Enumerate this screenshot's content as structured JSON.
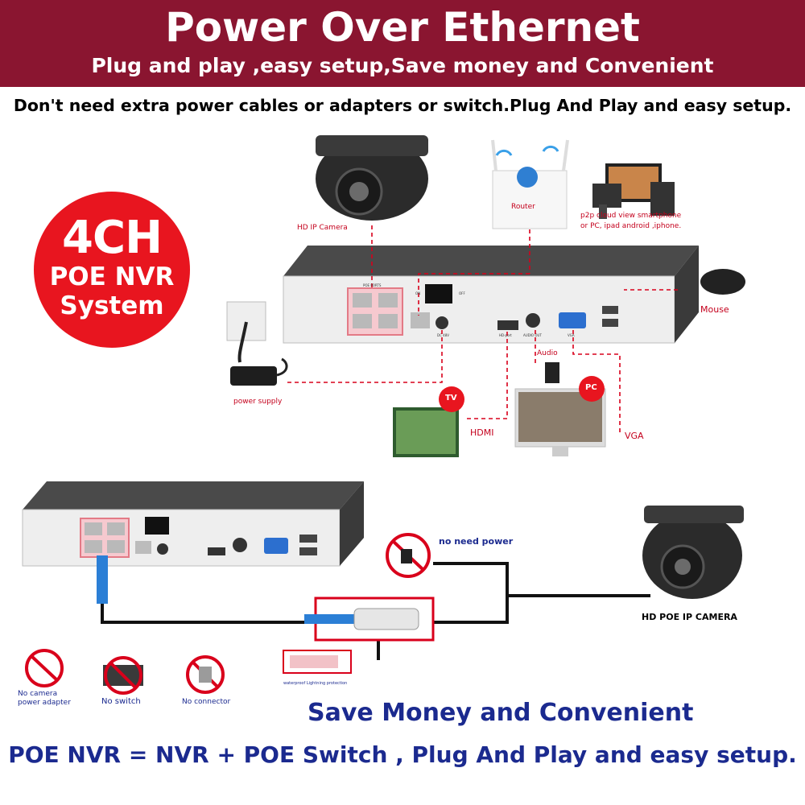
{
  "banner": {
    "title": "Power Over Ethernet",
    "subtitle": "Plug and play ,easy setup,Save money and Convenient"
  },
  "intro": "Don't need extra power cables or adapters or switch.Plug And Play and easy setup.",
  "badge": {
    "line1": "4CH",
    "line2": "POE NVR",
    "line3": "System"
  },
  "top_diagram": {
    "camera_label": "HD IP Camera",
    "router_label": "Router",
    "p2p_line1": "p2p cloud  view smartphone",
    "p2p_line2": "or PC, ipad android ,iphone.",
    "mouse_label": "Mouse",
    "power_label": "power supply",
    "tv_badge": "TV",
    "pc_badge": "PC",
    "hdmi_label": "HDMI",
    "vga_label": "VGA",
    "audio_label": "Audio",
    "nvr_ports": {
      "poe": "POE PORTS",
      "on": "ON",
      "off": "OFF",
      "dc": "DC 48V",
      "hd": "HD-port",
      "audio_out": "AUDIO OUT",
      "vga": "VGA"
    }
  },
  "bottom_diagram": {
    "no_need_power": "no need power",
    "camera_label": "HD POE IP CAMERA",
    "protection_label": "waterproof Lightning protection",
    "icons": [
      {
        "icon": "no-power-adapter-icon",
        "label_line1": "No camera",
        "label_line2": "power adapter"
      },
      {
        "icon": "no-switch-icon",
        "label_line1": "No switch"
      },
      {
        "icon": "no-connector-icon",
        "label_line1": "No connector"
      }
    ]
  },
  "footer": {
    "save": "Save Money and Convenient",
    "formula": "POE NVR = NVR + POE Switch , Plug And Play and easy setup."
  },
  "colors": {
    "banner": "#8a1530",
    "badge": "#e8151f",
    "accent_red": "#d9001b",
    "footer_blue": "#1b2a8f"
  }
}
